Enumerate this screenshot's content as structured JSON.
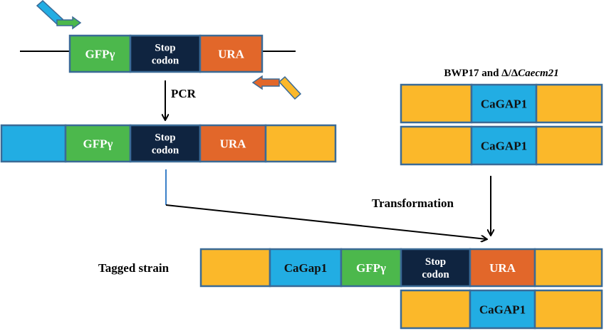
{
  "colors": {
    "gfp": "#4cb84c",
    "stop": "#0f2440",
    "ura": "#e2672a",
    "blue": "#22ade3",
    "yellow": "#fbb82a",
    "border": "#3a6a96",
    "line": "#000000",
    "blue_line": "#3a80c8"
  },
  "top_construct": {
    "segments": [
      {
        "label": "GFPγ",
        "color": "gfp",
        "text_color": "#ffffff"
      },
      {
        "label": "Stop\ncodon",
        "color": "stop",
        "text_color": "#ffffff"
      },
      {
        "label": "URA",
        "color": "ura",
        "text_color": "#ffffff"
      }
    ]
  },
  "primers": {
    "forward": {
      "tail_color": "blue",
      "head_color": "gfp"
    },
    "reverse": {
      "tail_color": "yellow",
      "head_color": "ura"
    }
  },
  "pcr_label": "PCR",
  "pcr_product": {
    "segments": [
      {
        "label": "",
        "color": "blue",
        "text_color": "#ffffff"
      },
      {
        "label": "GFPγ",
        "color": "gfp",
        "text_color": "#ffffff"
      },
      {
        "label": "Stop\ncodon",
        "color": "stop",
        "text_color": "#ffffff"
      },
      {
        "label": "URA",
        "color": "ura",
        "text_color": "#ffffff"
      },
      {
        "label": "",
        "color": "yellow",
        "text_color": "#ffffff"
      }
    ]
  },
  "recipient": {
    "title_prefix": "BWP17 and Δ/Δ",
    "title_italic": "Caecm21",
    "alleles": [
      {
        "segments": [
          {
            "label": "",
            "color": "yellow",
            "text_color": "#000000"
          },
          {
            "label": "CaGAP1",
            "color": "blue",
            "text_color": "#111111"
          },
          {
            "label": "",
            "color": "yellow",
            "text_color": "#000000"
          }
        ]
      },
      {
        "segments": [
          {
            "label": "",
            "color": "yellow",
            "text_color": "#000000"
          },
          {
            "label": "CaGAP1",
            "color": "blue",
            "text_color": "#111111"
          },
          {
            "label": "",
            "color": "yellow",
            "text_color": "#000000"
          }
        ]
      }
    ]
  },
  "transformation_label": "Transformation",
  "tagged_strain": {
    "label": "Tagged strain",
    "allele_tagged": {
      "segments": [
        {
          "label": "",
          "color": "yellow",
          "text_color": "#000000"
        },
        {
          "label": "CaGap1",
          "color": "blue",
          "text_color": "#111111"
        },
        {
          "label": "GFPγ",
          "color": "gfp",
          "text_color": "#ffffff"
        },
        {
          "label": "Stop\ncodon",
          "color": "stop",
          "text_color": "#ffffff"
        },
        {
          "label": "URA",
          "color": "ura",
          "text_color": "#ffffff"
        },
        {
          "label": "",
          "color": "yellow",
          "text_color": "#000000"
        }
      ]
    },
    "allele_untagged": {
      "segments": [
        {
          "label": "",
          "color": "yellow",
          "text_color": "#000000"
        },
        {
          "label": "CaGAP1",
          "color": "blue",
          "text_color": "#111111"
        },
        {
          "label": "",
          "color": "yellow",
          "text_color": "#000000"
        }
      ]
    }
  }
}
